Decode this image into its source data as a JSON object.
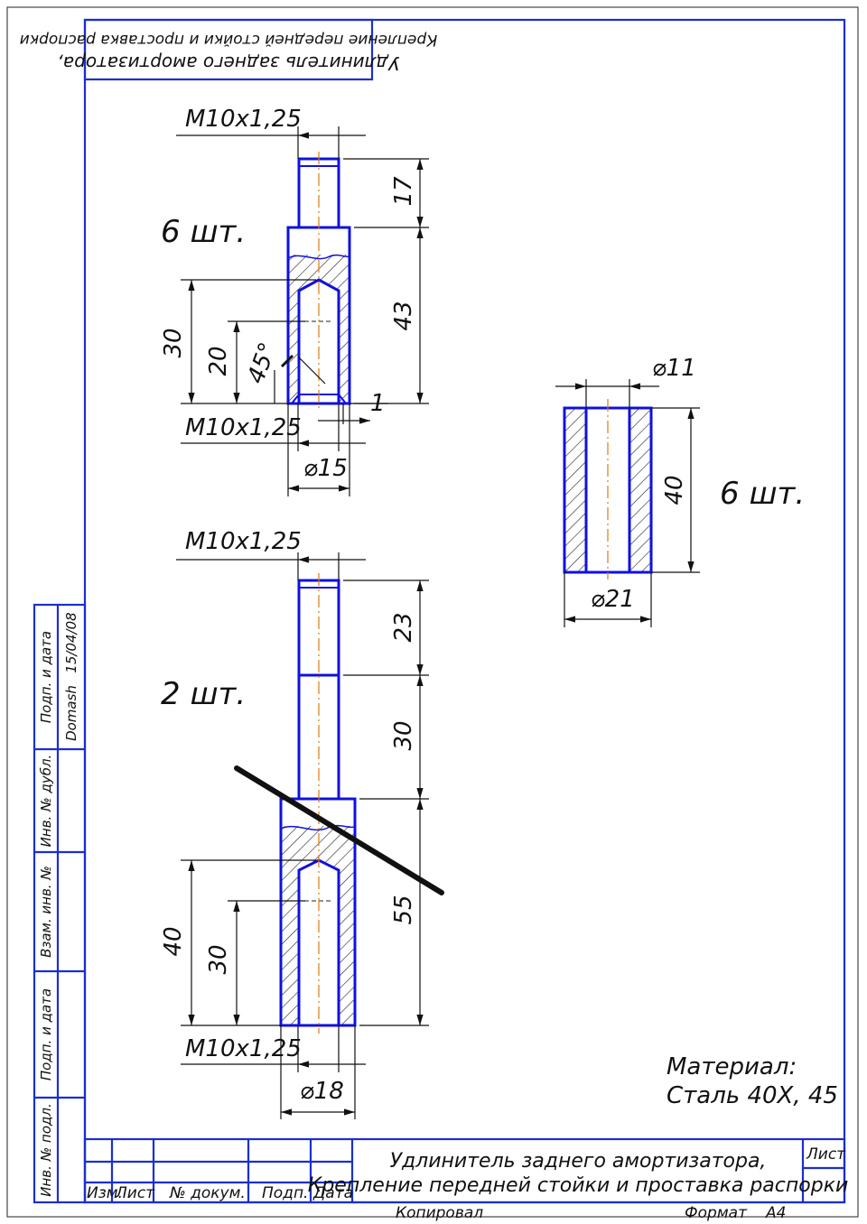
{
  "header_block": {
    "line1": "Удлинитель заднего амортизатора,",
    "line2": "Крепление передней стойки и проставка распорки"
  },
  "side_column": {
    "inv_podl": "Инв. № подл.",
    "podp_data_1": "Подп. и дата",
    "vzam_inv": "Взам. инв. №",
    "inv_dubl": "Инв. № дубл.",
    "podp_data_2": "Подп. и дата",
    "signature": "Domash",
    "date": "15/04/08"
  },
  "part1": {
    "quantity": "6 шт.",
    "thread_top": "M10x1,25",
    "thread_bottom": "M10x1,25",
    "dim_17": "17",
    "dim_43": "43",
    "dim_30": "30",
    "dim_20": "20",
    "angle": "45°",
    "dim_1": "1",
    "dia": "⌀15"
  },
  "part2": {
    "quantity": "2 шт.",
    "thread_top": "M10x1,25",
    "thread_bottom": "M10x1,25",
    "dim_23": "23",
    "dim_30": "30",
    "dim_55": "55",
    "dim_40": "40",
    "dim_30_inner": "30",
    "dia": "⌀18"
  },
  "part3": {
    "quantity": "6 шт.",
    "dia_inner": "⌀11",
    "dia_outer": "⌀21",
    "height": "40"
  },
  "material": {
    "label": "Материал:",
    "value": "Сталь 40Х, 45"
  },
  "title_block": {
    "title_line1": "Удлинитель заднего амортизатора,",
    "title_line2": "Крепление передней стойки и проставка распорки",
    "col_izm": "Изм.",
    "col_list": "Лист",
    "col_dokum": "№ докум.",
    "col_podp": "Подп.",
    "col_data": "Дата",
    "sheet_label": "Лист",
    "copied": "Копировал",
    "format_label": "Формат",
    "format_value": "А4"
  },
  "colors": {
    "outline": "#1010e0",
    "frame": "#1a2fd0",
    "axis": "#e07a10",
    "strike": "#111111"
  }
}
